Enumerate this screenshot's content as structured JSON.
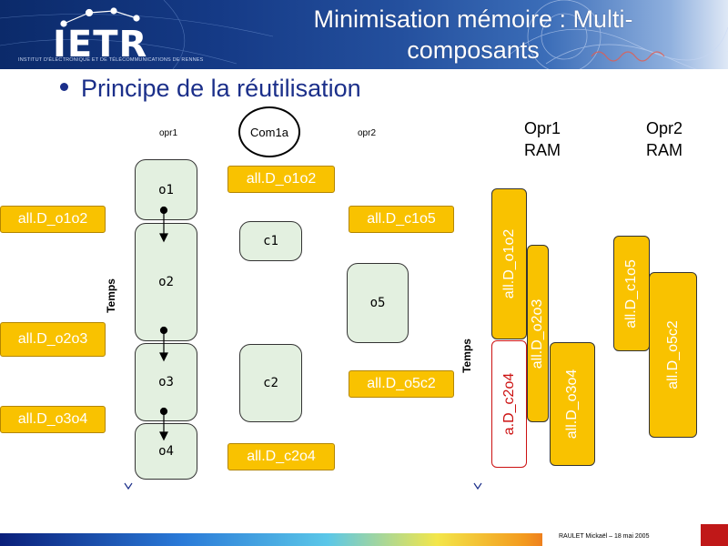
{
  "header": {
    "logo": "IETR",
    "logo_subtitle": "INSTITUT D'ÉLECTRONIQUE ET DE TÉLÉCOMMUNICATIONS DE RENNES",
    "title": "Minimisation mémoire : Multi-composants"
  },
  "bullet": "Principe de la réutilisation",
  "left_side": {
    "opr1_label": "opr1",
    "opr2_label": "opr2",
    "com_label": "Com1a",
    "time_label": "Temps",
    "left_allocs": [
      "all.D_o1o2",
      "all.D_o2o3",
      "all.D_o3o4"
    ],
    "ops_opr1": [
      "o1",
      "o2",
      "o3",
      "o4"
    ],
    "ops_com": [
      "c1",
      "c2"
    ],
    "com_allocs": [
      "all.D_o1o2",
      "all.D_c2o4"
    ],
    "ops_opr2": [
      "o5"
    ],
    "right_allocs": [
      "all.D_c1o5",
      "all.D_o5c2"
    ]
  },
  "right_side": {
    "opr1_ram": "Opr1\nRAM",
    "opr2_ram": "Opr2\nRAM",
    "time_label": "Temps",
    "bars_opr1": [
      "all.D_o1o2",
      "all.D_o2o3",
      "all.D_o3o4",
      "a.D_c2o4"
    ],
    "bars_opr2": [
      "all.D_c1o5",
      "all.D_o5c2"
    ]
  },
  "footer": "RAULET Mickaël – 18 mai 2005"
}
